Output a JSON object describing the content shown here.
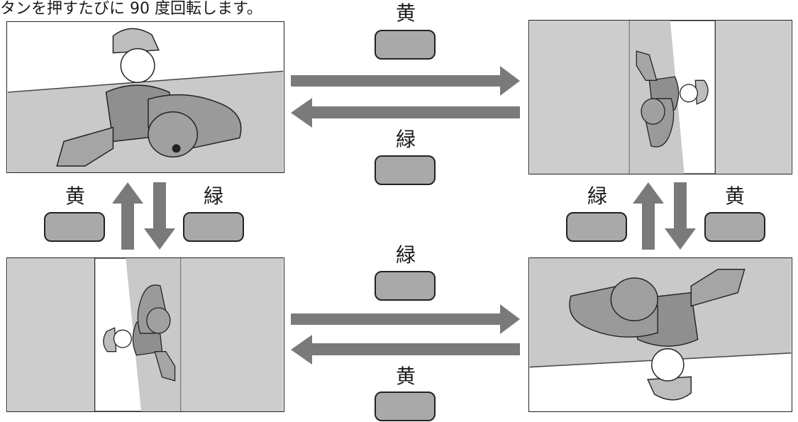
{
  "caption": "タンを押すたびに 90 度回転します。",
  "colors": {
    "arrow": "#7a7a7a",
    "button": "#a9a9a9",
    "ground": "#c9c9c9",
    "side": "#cdcdcd"
  },
  "labels": {
    "top_upper": "黄",
    "top_lower": "緑",
    "left_up": "黄",
    "left_down": "緑",
    "right_up": "緑",
    "right_down": "黄",
    "bottom_upper": "緑",
    "bottom_lower": "黄"
  },
  "panels": [
    {
      "id": "normal",
      "rotation_deg": 0
    },
    {
      "id": "rot90",
      "rotation_deg": 90
    },
    {
      "id": "rot270",
      "rotation_deg": 270
    },
    {
      "id": "rot180",
      "rotation_deg": 180
    }
  ]
}
